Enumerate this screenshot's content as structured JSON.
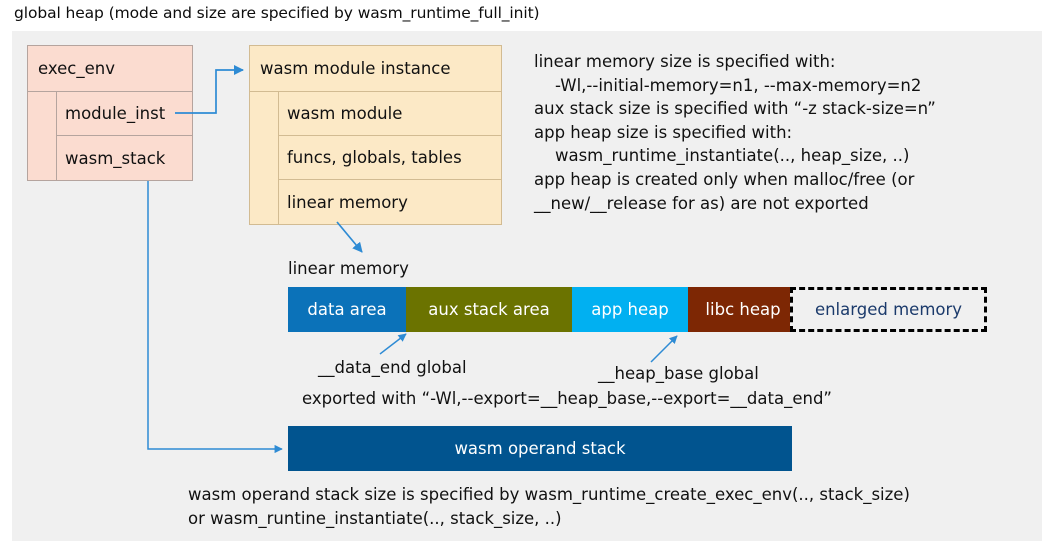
{
  "page": {
    "title": "global heap (mode and size are specified by wasm_runtime_full_init)",
    "background": "#ffffff",
    "panel_color": "#f0f0f0"
  },
  "exec_env_box": {
    "header": "exec_env",
    "fields": [
      {
        "label": "module_inst"
      },
      {
        "label": "wasm_stack"
      }
    ],
    "fill": "#fbdcd0",
    "border": "#b5a49e"
  },
  "module_instance_box": {
    "header": "wasm module instance",
    "fields": [
      {
        "label": "wasm module"
      },
      {
        "label": "funcs, globals, tables"
      },
      {
        "label": "linear memory"
      }
    ],
    "fill": "#fce9c6",
    "border": "#d2bb92"
  },
  "right_notes": {
    "text": "linear memory size is specified with:\n    -Wl,--initial-memory=n1, --max-memory=n2\naux stack size is specified with “-z stack-size=n”\napp heap size is specified with:\n    wasm_runtime_instantiate(.., heap_size, ..)\napp heap is created only when malloc/free (or\n__new/__release for as) are not exported"
  },
  "linear_memory": {
    "caption": "linear memory",
    "segments": [
      {
        "label": "data area",
        "color": "#0b72b9",
        "text_color": "#ffffff",
        "width": 118
      },
      {
        "label": "aux stack area",
        "color": "#6b7300",
        "text_color": "#ffffff",
        "width": 166
      },
      {
        "label": "app heap",
        "color": "#01b0f1",
        "text_color": "#ffffff",
        "width": 116
      },
      {
        "label": "libc heap",
        "color": "#7d2704",
        "text_color": "#ffffff",
        "width": 110
      },
      {
        "label": "enlarged memory",
        "color": "#f0f0f0",
        "text_color": "#1b3a6b",
        "width": 197
      }
    ],
    "annotations": {
      "data_end": "__data_end global",
      "heap_base": "__heap_base global",
      "exported_with": "exported with “-Wl,--export=__heap_base,--export=__data_end”"
    }
  },
  "operand_stack": {
    "label": "wasm operand stack",
    "color": "#01548f",
    "text_color": "#ffffff"
  },
  "bottom_notes": {
    "text": "wasm operand stack size is specified by wasm_runtime_create_exec_env(.., stack_size)\nor wasm_runtine_instantiate(.., stack_size, ..)"
  },
  "connectors": {
    "color": "#2e8bd4",
    "items": [
      {
        "name": "module-inst-to-instance-arrow"
      },
      {
        "name": "linear-memory-to-bar-arrow"
      },
      {
        "name": "data-end-arrow"
      },
      {
        "name": "heap-base-arrow"
      },
      {
        "name": "wasm-stack-to-operand-stack-arrow"
      }
    ]
  }
}
